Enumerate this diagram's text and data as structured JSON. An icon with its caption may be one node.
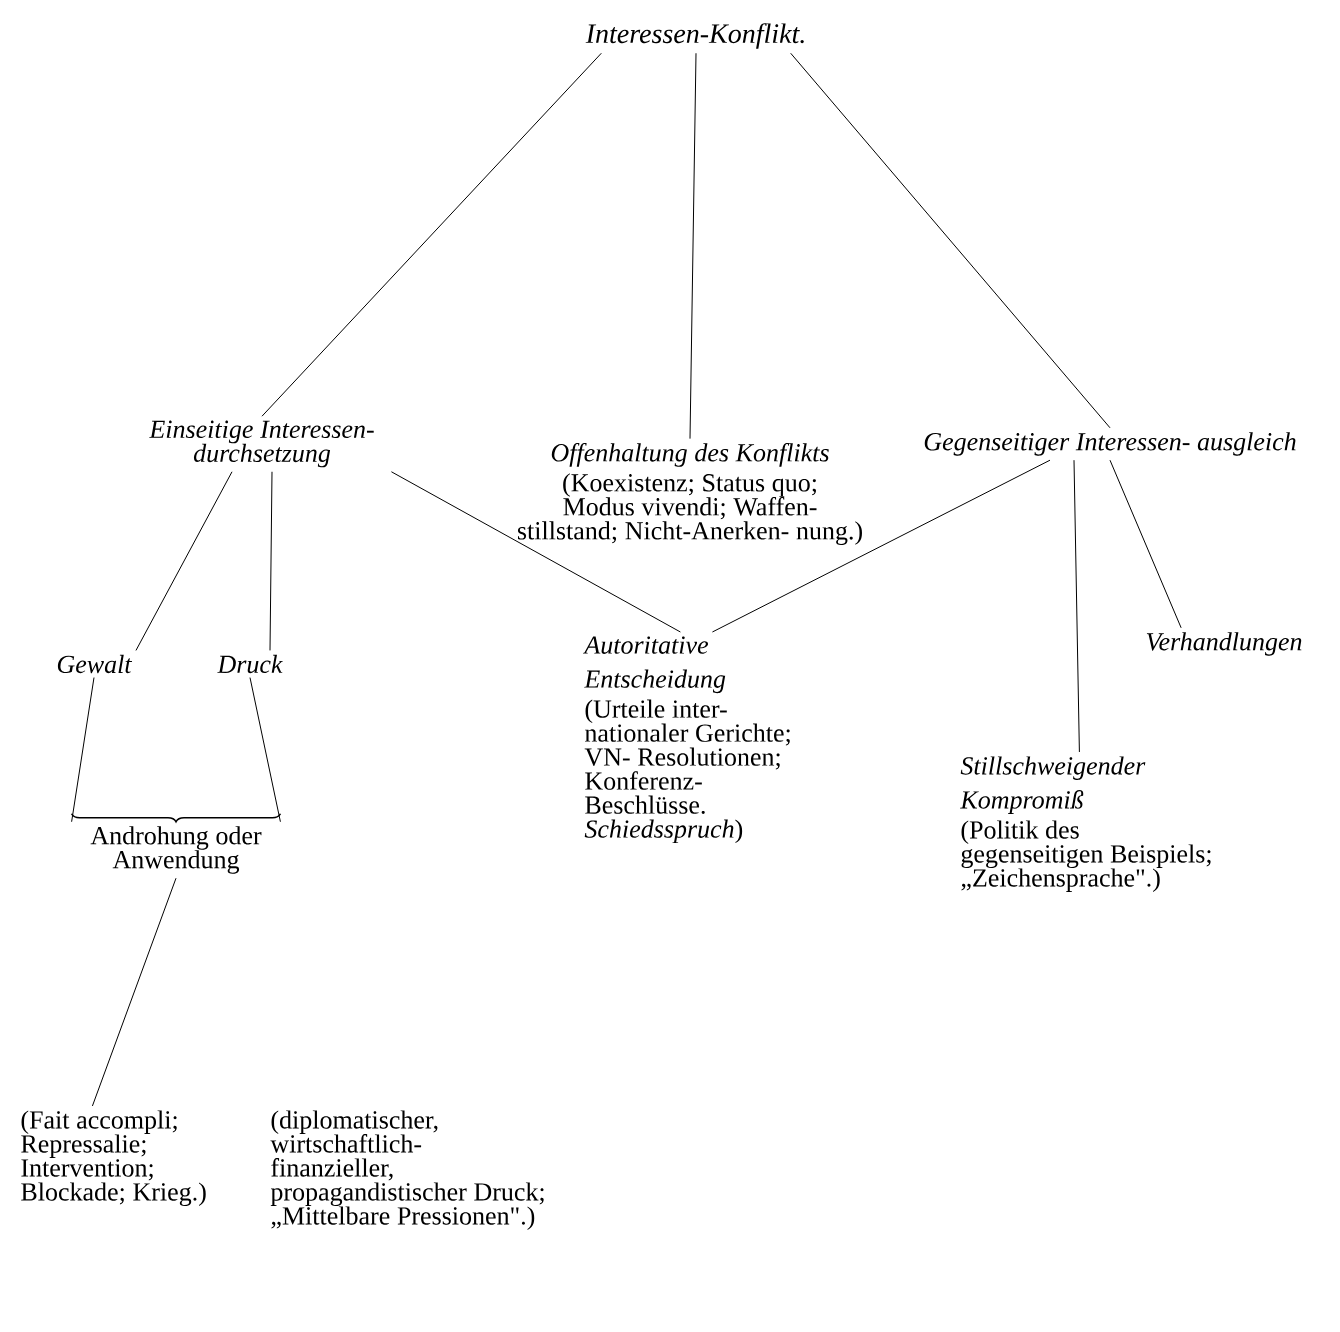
{
  "diagram": {
    "nodes": [
      {
        "text": [
          "Interessen-Konflikt."
        ]
      },
      {
        "text": [
          "Einseitige Interessen- durchsetzung"
        ]
      },
      {
        "text": [
          "Offenhaltung des Konflikts",
          "(Koexistenz; Status quo; Modus vivendi; Waffen- stillstand; Nicht-Anerken- nung.)"
        ]
      },
      {
        "text": [
          "Gegenseitiger Interessen- ausgleich"
        ]
      },
      {
        "text": [
          "Gewalt"
        ]
      },
      {
        "text": [
          "Druck"
        ]
      },
      {
        "text": [
          "Androhung oder Anwendung"
        ]
      },
      {
        "text": [
          "Autoritative Entscheidung",
          "(Urteile inter- nationaler Gerichte; VN- Resolutionen; Konferenz- Beschlüsse. *Schiedsspruch*)"
        ]
      },
      {
        "text": [
          "Verhandlungen"
        ]
      },
      {
        "text": [
          "Stillschweigender Kompromiß",
          "(Politik des gegenseitigen Beispiels; „Zeichensprache\".)"
        ]
      },
      {
        "text": [
          "(Fait accompli; Repressalie; Intervention; Blockade; Krieg.)"
        ]
      },
      {
        "text": [
          "(diplomatischer, wirtschaftlich- finanzieller, propagandistischer Druck; „Mittelbare Pressionen\".)"
        ]
      }
    ],
    "edges": [
      {
        "from": 0,
        "to": 1,
        "arrow": "none"
      },
      {
        "from": 0,
        "to": 2,
        "arrow": "none"
      },
      {
        "from": 0,
        "to": 3,
        "arrow": "none"
      },
      {
        "from": 1,
        "to": 4,
        "arrow": "none"
      },
      {
        "from": 1,
        "to": 5,
        "arrow": "none"
      },
      {
        "from": 1,
        "to": 7,
        "arrow": "none"
      },
      {
        "from": 3,
        "to": 7,
        "arrow": "none"
      },
      {
        "from": 3,
        "to": 9,
        "arrow": "none"
      },
      {
        "from": 3,
        "to": 8,
        "arrow": "none"
      },
      {
        "from": 4,
        "to": 6,
        "arrow": "none"
      },
      {
        "from": 5,
        "to": 6,
        "arrow": "none"
      },
      {
        "from": 6,
        "to": 10,
        "arrow": "none"
      }
    ]
  }
}
